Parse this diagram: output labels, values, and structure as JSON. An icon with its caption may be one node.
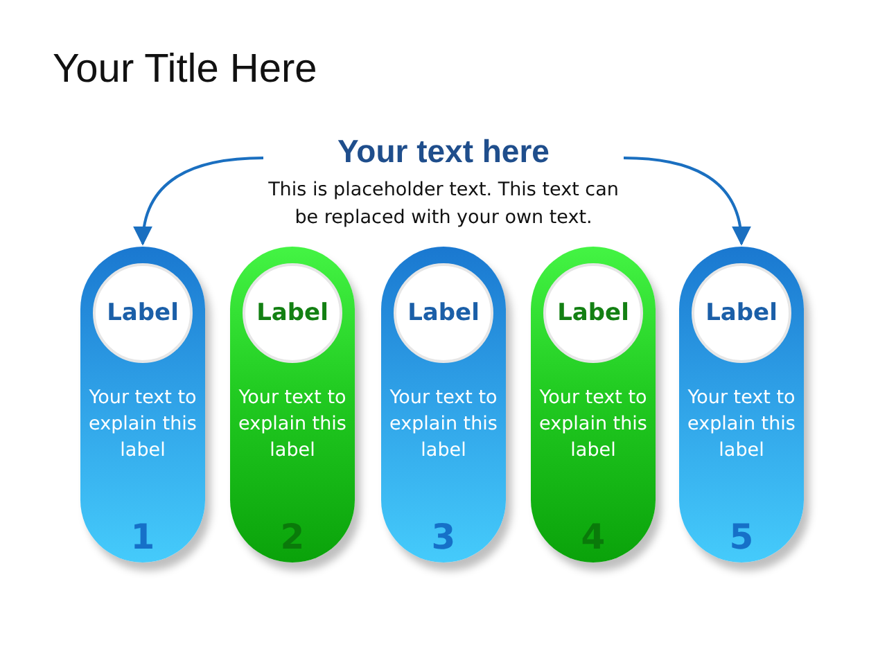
{
  "diagram": {
    "title": "Your Title Here",
    "nodes": [
      {
        "text": [
          "Your text here",
          "This is placeholder text. This text can be replaced with your own text."
        ]
      },
      {
        "text": [
          "Label",
          "Your text to explain this label",
          "1"
        ]
      },
      {
        "text": [
          "Label",
          "Your text to explain this label",
          "2"
        ]
      },
      {
        "text": [
          "Label",
          "Your text to explain this label",
          "3"
        ]
      },
      {
        "text": [
          "Label",
          "Your text to explain this label",
          "4"
        ]
      },
      {
        "text": [
          "Label",
          "Your text to explain this label",
          "5"
        ]
      }
    ],
    "edges": [
      {
        "from": 0,
        "to": 1,
        "arrow": "to"
      },
      {
        "from": 0,
        "to": 5,
        "arrow": "to"
      }
    ]
  }
}
